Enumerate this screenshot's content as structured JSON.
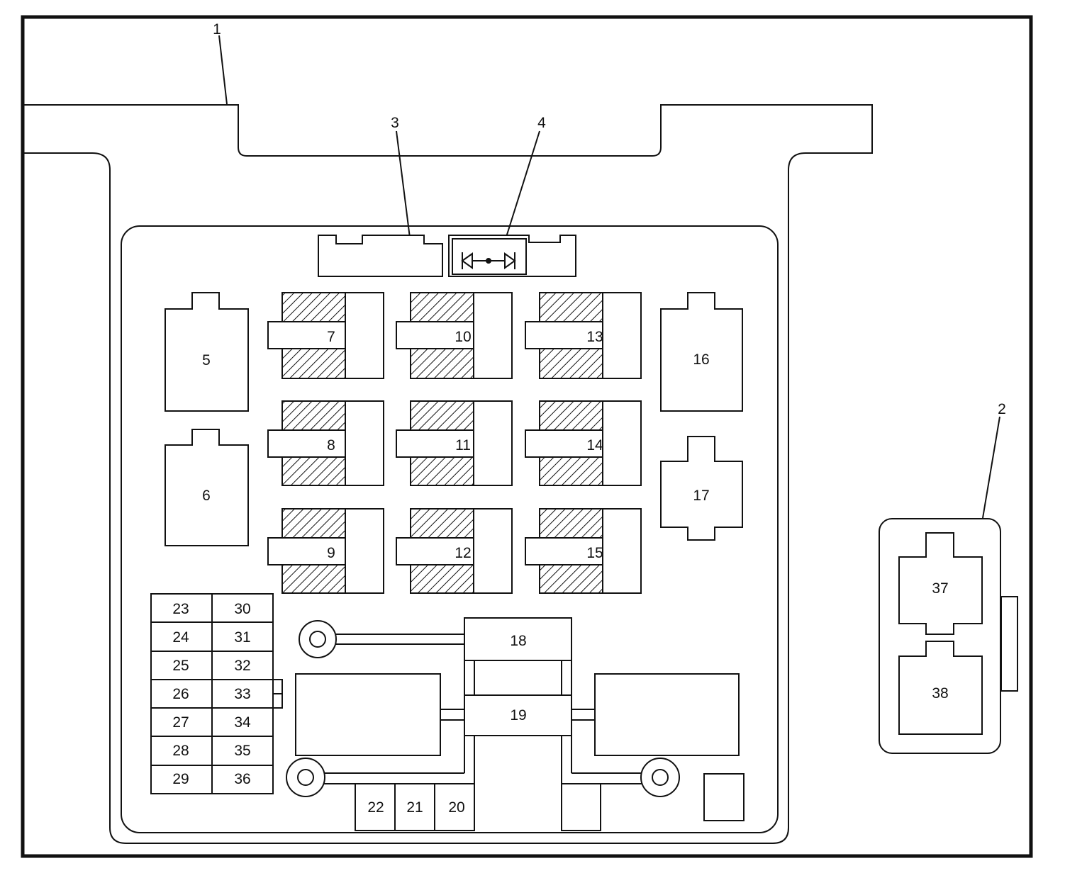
{
  "callouts": {
    "c1": "1",
    "c2": "2",
    "c3": "3",
    "c4": "4"
  },
  "relays": {
    "r5": "5",
    "r6": "6",
    "r16": "16",
    "r17": "17",
    "r37": "37",
    "r38": "38"
  },
  "fusible_blocks": {
    "f7": "7",
    "f8": "8",
    "f9": "9",
    "f10": "10",
    "f11": "11",
    "f12": "12",
    "f13": "13",
    "f14": "14",
    "f15": "15"
  },
  "center": {
    "c18": "18",
    "c19": "19",
    "c20": "20",
    "c21": "21",
    "c22": "22"
  },
  "fuses": {
    "left": [
      "23",
      "24",
      "25",
      "26",
      "27",
      "28",
      "29"
    ],
    "right": [
      "30",
      "31",
      "32",
      "33",
      "34",
      "35",
      "36"
    ]
  }
}
